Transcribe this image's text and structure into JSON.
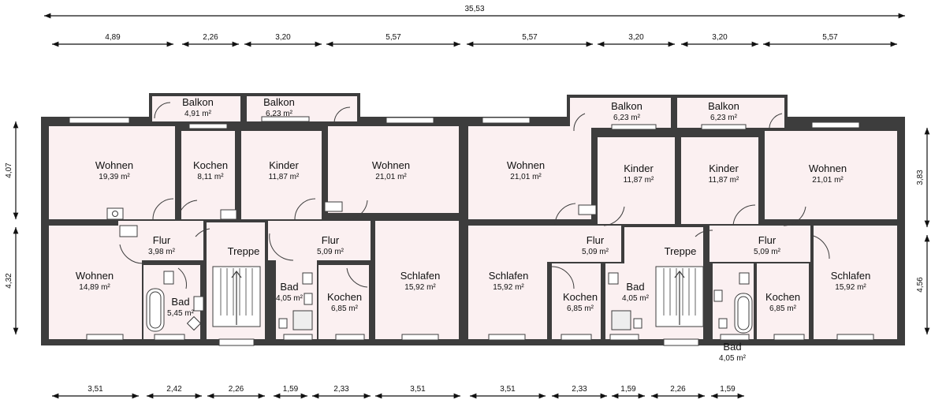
{
  "dimensions": {
    "overall": "35,53",
    "top": [
      "4,89",
      "2,26",
      "3,20",
      "5,57",
      "5,57",
      "3,20",
      "3,20",
      "5,57"
    ],
    "bottom": [
      "3,51",
      "2,42",
      "2,26",
      "1,59",
      "2,33",
      "3,51",
      "3,51",
      "2,33",
      "1,59",
      "2,26",
      "1,59"
    ],
    "left": [
      "4,07",
      "4,32"
    ],
    "right": [
      "3,83",
      "4,56"
    ]
  },
  "rooms": [
    {
      "name": "Balkon",
      "area": "4,91 m²"
    },
    {
      "name": "Balkon",
      "area": "6,23 m²"
    },
    {
      "name": "Balkon",
      "area": "6,23 m²"
    },
    {
      "name": "Balkon",
      "area": "6,23 m²"
    },
    {
      "name": "Wohnen",
      "area": "19,39 m²"
    },
    {
      "name": "Kochen",
      "area": "8,11 m²"
    },
    {
      "name": "Kinder",
      "area": "11,87 m²"
    },
    {
      "name": "Wohnen",
      "area": "21,01 m²"
    },
    {
      "name": "Wohnen",
      "area": "21,01 m²"
    },
    {
      "name": "Kinder",
      "area": "11,87 m²"
    },
    {
      "name": "Kinder",
      "area": "11,87 m²"
    },
    {
      "name": "Wohnen",
      "area": "21,01 m²"
    },
    {
      "name": "Flur",
      "area": "3,98 m²"
    },
    {
      "name": "Treppe",
      "area": ""
    },
    {
      "name": "Flur",
      "area": "5,09 m²"
    },
    {
      "name": "Flur",
      "area": "5,09 m²"
    },
    {
      "name": "Treppe",
      "area": ""
    },
    {
      "name": "Flur",
      "area": "5,09 m²"
    },
    {
      "name": "Wohnen",
      "area": "14,89 m²"
    },
    {
      "name": "Bad",
      "area": "5,45 m²"
    },
    {
      "name": "Bad",
      "area": "4,05 m²"
    },
    {
      "name": "Kochen",
      "area": "6,85 m²"
    },
    {
      "name": "Schlafen",
      "area": "15,92 m²"
    },
    {
      "name": "Schlafen",
      "area": "15,92 m²"
    },
    {
      "name": "Kochen",
      "area": "6,85 m²"
    },
    {
      "name": "Bad",
      "area": "4,05 m²"
    },
    {
      "name": "Kochen",
      "area": "6,85 m²"
    },
    {
      "name": "Schlafen",
      "area": "15,92 m²"
    },
    {
      "name": "Bad",
      "area": "4,05 m²"
    }
  ]
}
